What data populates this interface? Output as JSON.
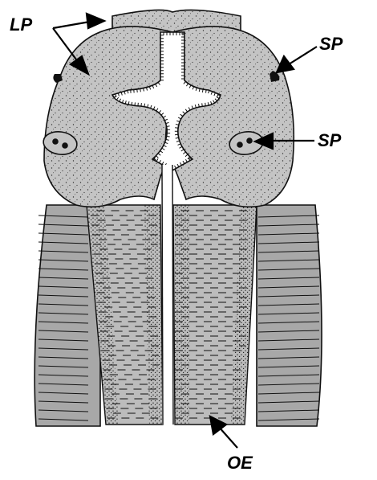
{
  "labels": {
    "lp": "LP",
    "sp_top": "SP",
    "sp_mid": "SP",
    "oe": "OE"
  },
  "colors": {
    "head_fill": "#c4c4c4",
    "body_fill": "#a8a8a8",
    "band_fill": "#bcbcbc",
    "stipple": "#333333",
    "outline": "#111111",
    "background": "#ffffff"
  }
}
